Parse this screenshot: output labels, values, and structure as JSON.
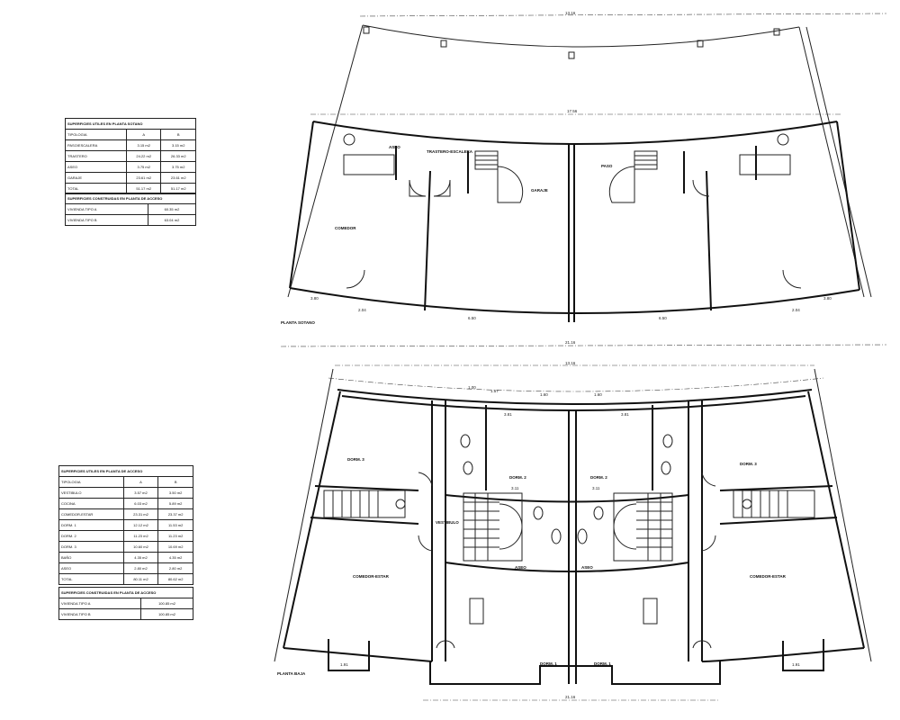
{
  "basement_plan": {
    "title": "PLANTA SOTANO",
    "rooms": {
      "living": "COMEDOR",
      "garage": "GARAJE",
      "storage": "TRASTERO-ESCALERA",
      "laundry": "ASEO",
      "stair": "PASO"
    },
    "dimensions": {
      "top": "13.16",
      "front": "17.56",
      "bottom": "21.16",
      "d1": "3.80",
      "d2": "3.80",
      "d3": "2.04",
      "d4": "2.04",
      "d5": "6.50",
      "d6": "6.50"
    }
  },
  "ground_plan": {
    "title": "PLANTA BAJA",
    "rooms": {
      "dorm3_left": "DORM. 3",
      "dorm2_left": "DORM. 2",
      "dorm2_right": "DORM. 2",
      "dorm3_right": "DORM. 3",
      "living_left": "COMEDOR-ESTAR",
      "living_right": "COMEDOR-ESTAR",
      "hall": "VESTIBULO",
      "aseo_left": "ASEO",
      "aseo_right": "ASEO",
      "dorm1_left": "DORM. 1",
      "dorm1_right": "DORM. 1"
    },
    "dimensions": {
      "top": "13.16",
      "bottom": "21.16",
      "d1": "1.00",
      "d2": "1.57",
      "d3": "1.60",
      "d4": "1.60",
      "d5": "3.81",
      "d6": "3.81",
      "d7": "3.11",
      "d8": "3.11",
      "d9": "1.91",
      "d10": "1.91"
    }
  },
  "basement_table": {
    "title": "SUPERFICIES UTILES EN PLANTA SOTANO",
    "columns": [
      "TIPOLOGIA",
      "A",
      "B"
    ],
    "rows": [
      [
        "PASO/ESCALERA",
        "3.15 m2",
        "3.15 m2"
      ],
      [
        "TRASTERO",
        "24.22 m2",
        "26.33 m2"
      ],
      [
        "ASEO",
        "3.75 m2",
        "3.75 m2"
      ],
      [
        "GARAJE",
        "23.61 m2",
        "23.61 m2"
      ],
      [
        "TOTAL",
        "51.17 m2",
        "51.17 m2"
      ]
    ],
    "built_title": "SUPERFICIES CONSTRUIDAS EN PLANTA DE ACCESO",
    "built_rows": [
      [
        "VIVIENDA TIPO A",
        "60.35 m2"
      ],
      [
        "VIVIENDA TIPO B",
        "63.04 m2"
      ]
    ]
  },
  "ground_table": {
    "title": "SUPERFICIES UTILES EN PLANTA DE ACCESO",
    "columns": [
      "TIPOLOGIA",
      "A",
      "B"
    ],
    "rows": [
      [
        "VESTIBULO",
        "3.57 m2",
        "3.50 m2"
      ],
      [
        "COCINA",
        "6.03 m2",
        "5.89 m2"
      ],
      [
        "COMEDOR-ESTAR",
        "23.31 m2",
        "23.37 m2"
      ],
      [
        "DORM. 1",
        "12.12 m2",
        "11.53 m2"
      ],
      [
        "DORM. 2",
        "11.23 m2",
        "11.23 m2"
      ],
      [
        "DORM. 3",
        "10.60 m2",
        "10.69 m2"
      ],
      [
        "BAÑO",
        "4.35 m2",
        "4.35 m2"
      ],
      [
        "ASEO",
        "2.80 m2",
        "2.80 m2"
      ],
      [
        "TOTAL",
        "80.11 m2",
        "80.62 m2"
      ]
    ],
    "built_title": "SUPERFICIES CONSTRUIDAS EN PLANTA DE ACCESO",
    "built_rows": [
      [
        "VIVIENDA TIPO A",
        "100.85 m2"
      ],
      [
        "VIVIENDA TIPO B",
        "100.85 m2"
      ]
    ]
  }
}
